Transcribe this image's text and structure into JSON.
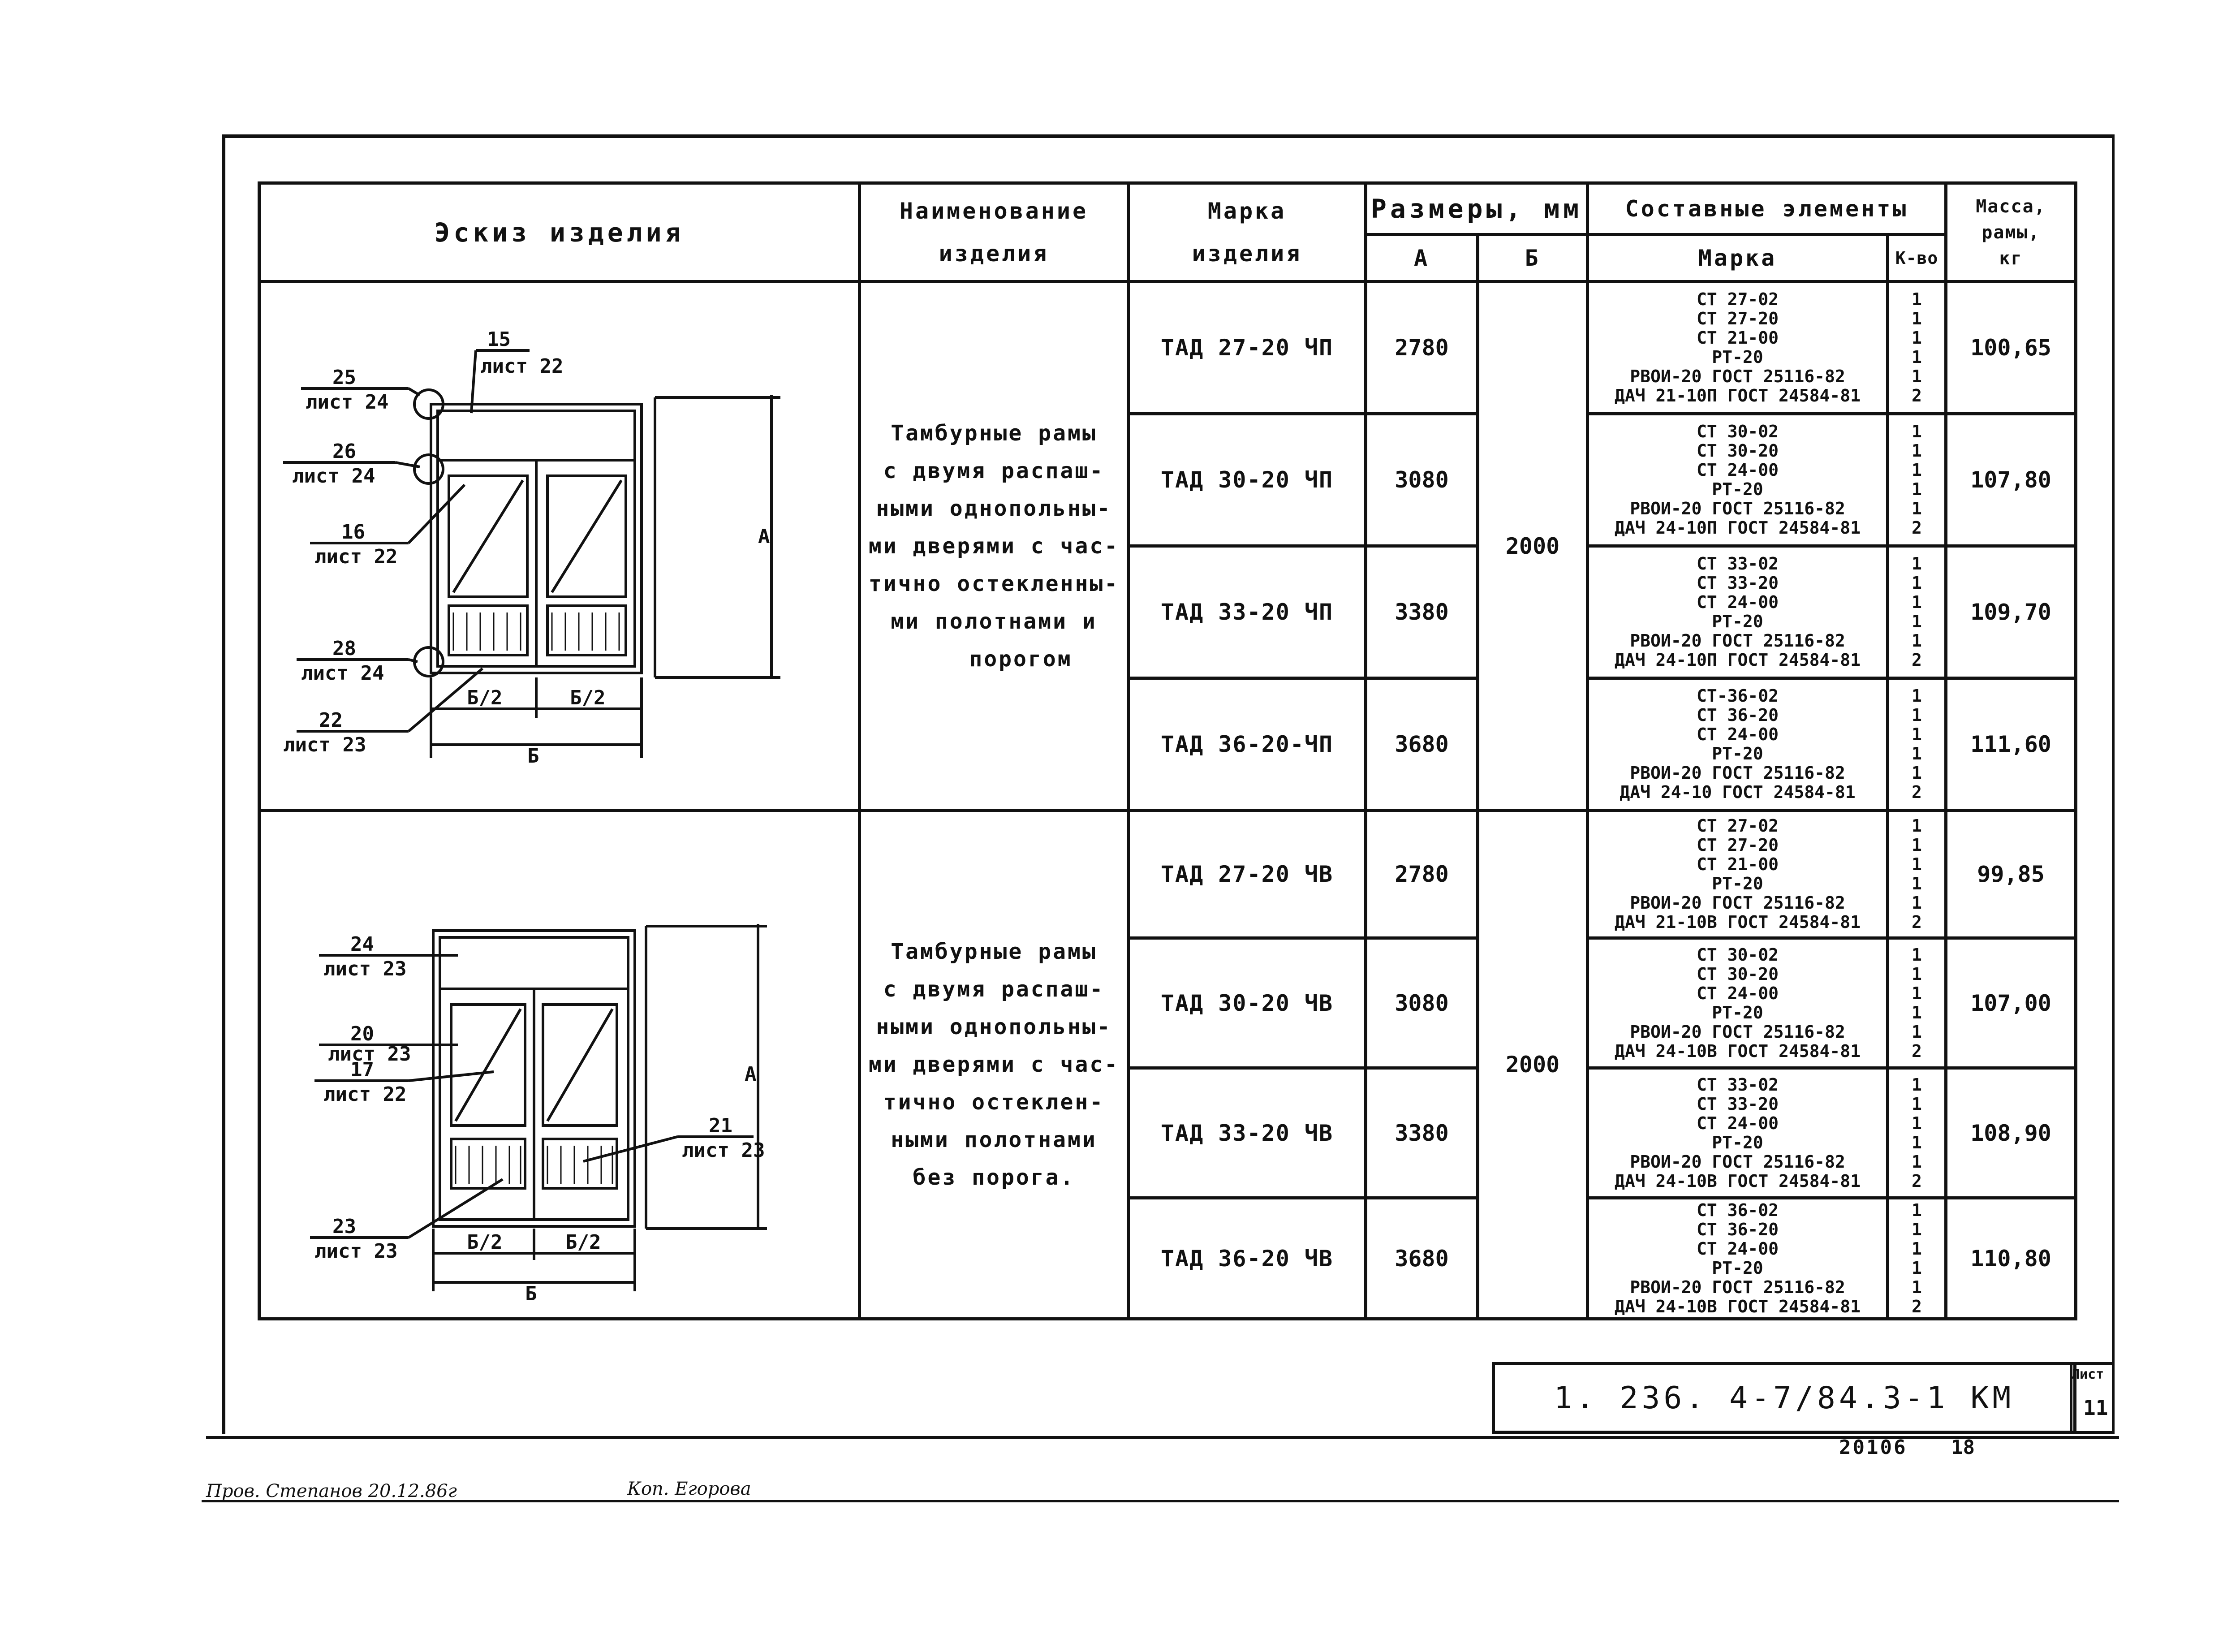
{
  "header": {
    "sketch": "Эскиз   изделия",
    "name_l1": "Наименование",
    "name_l2": "изделия",
    "mark_l1": "Марка",
    "mark_l2": "изделия",
    "sizes": "Размеры, мм",
    "size_a": "А",
    "size_b": "Б",
    "components": "Составные элементы",
    "comp_mark": "Марка",
    "comp_qty": "К-во",
    "mass_l1": "Масса,",
    "mass_l2": "рамы,",
    "mass_l3": "кг"
  },
  "groups": [
    {
      "name": [
        "Тамбурные рамы",
        "с двумя распаш-",
        "ными однопольны-",
        "ми дверями с час-",
        "тично остекленны-",
        "ми полотнами и",
        "порогом"
      ],
      "b": "2000",
      "sketch_labels": {
        "l1n": "25",
        "l1s": "лист 24",
        "l2n": "15",
        "l2s": "лист 22",
        "l3n": "26",
        "l3s": "лист 24",
        "l4n": "16",
        "l4s": "лист 22",
        "l5n": "28",
        "l5s": "лист 24",
        "l6n": "22",
        "l6s": "лист 23",
        "half": "Б/2",
        "full": "Б",
        "a": "А"
      },
      "rows": [
        {
          "mark": "ТАД 27-20 ЧП",
          "a": "2780",
          "mass": "100,65",
          "comp": [
            "СТ 27-02",
            "СТ 27-20",
            "СТ 21-00",
            "РТ-20",
            "РВОИ-20 ГОСТ 25116-82",
            "ДАЧ 21-10П ГОСТ 24584-81"
          ],
          "qty": [
            "1",
            "1",
            "1",
            "1",
            "1",
            "2"
          ]
        },
        {
          "mark": "ТАД 30-20 ЧП",
          "a": "3080",
          "mass": "107,80",
          "comp": [
            "СТ 30-02",
            "СТ 30-20",
            "СТ 24-00",
            "РТ-20",
            "РВОИ-20 ГОСТ 25116-82",
            "ДАЧ 24-10П ГОСТ 24584-81"
          ],
          "qty": [
            "1",
            "1",
            "1",
            "1",
            "1",
            "2"
          ]
        },
        {
          "mark": "ТАД 33-20 ЧП",
          "a": "3380",
          "mass": "109,70",
          "comp": [
            "СТ 33-02",
            "СТ 33-20",
            "СТ 24-00",
            "РТ-20",
            "РВОИ-20 ГОСТ 25116-82",
            "ДАЧ 24-10П ГОСТ 24584-81"
          ],
          "qty": [
            "1",
            "1",
            "1",
            "1",
            "1",
            "2"
          ]
        },
        {
          "mark": "ТАД 36-20-ЧП",
          "a": "3680",
          "mass": "111,60",
          "comp": [
            "СТ-36-02",
            "СТ 36-20",
            "СТ 24-00",
            "РТ-20",
            "РВОИ-20 ГОСТ 25116-82",
            "ДАЧ 24-10 ГОСТ 24584-81"
          ],
          "qty": [
            "1",
            "1",
            "1",
            "1",
            "1",
            "2"
          ]
        }
      ]
    },
    {
      "name": [
        "Тамбурные рамы",
        "с двумя распаш-",
        "ными однопольны-",
        "ми дверями с час-",
        "тично остеклен-",
        "ными полотнами",
        "без порога."
      ],
      "b": "2000",
      "sketch_labels": {
        "l1n": "24",
        "l1s": "лист 23",
        "l2n": "20",
        "l2s": "лист 23",
        "l3n": "17",
        "l3s": "лист 22",
        "l4n": "21",
        "l4s": "лист 23",
        "l5n": "23",
        "l5s": "лист 23",
        "half": "Б/2",
        "full": "Б",
        "a": "А"
      },
      "rows": [
        {
          "mark": "ТАД 27-20 ЧВ",
          "a": "2780",
          "mass": "99,85",
          "comp": [
            "СТ 27-02",
            "СТ 27-20",
            "СТ 21-00",
            "РТ-20",
            "РВОИ-20 ГОСТ 25116-82",
            "ДАЧ 21-10В ГОСТ 24584-81"
          ],
          "qty": [
            "1",
            "1",
            "1",
            "1",
            "1",
            "2"
          ]
        },
        {
          "mark": "ТАД 30-20 ЧВ",
          "a": "3080",
          "mass": "107,00",
          "comp": [
            "СТ 30-02",
            "СТ 30-20",
            "СТ 24-00",
            "РТ-20",
            "РВОИ-20 ГОСТ 25116-82",
            "ДАЧ 24-10В ГОСТ 24584-81"
          ],
          "qty": [
            "1",
            "1",
            "1",
            "1",
            "1",
            "2"
          ]
        },
        {
          "mark": "ТАД 33-20 ЧВ",
          "a": "3380",
          "mass": "108,90",
          "comp": [
            "СТ 33-02",
            "СТ 33-20",
            "СТ 24-00",
            "РТ-20",
            "РВОИ-20 ГОСТ 25116-82",
            "ДАЧ 24-10В ГОСТ 24584-81"
          ],
          "qty": [
            "1",
            "1",
            "1",
            "1",
            "1",
            "2"
          ]
        },
        {
          "mark": "ТАД 36-20 ЧВ",
          "a": "3680",
          "mass": "110,80",
          "comp": [
            "СТ 36-02",
            "СТ 36-20",
            "СТ 24-00",
            "РТ-20",
            "РВОИ-20 ГОСТ 25116-82",
            "ДАЧ 24-10В ГОСТ 24584-81"
          ],
          "qty": [
            "1",
            "1",
            "1",
            "1",
            "1",
            "2"
          ]
        }
      ]
    }
  ],
  "stamp": {
    "code": "1. 236. 4-7/84.3-1 КМ",
    "sheet_label": "Лист",
    "sheet_num": "11",
    "foot_num": "20106",
    "foot_num2": "18",
    "sign_left": "Пров. Степанов 20.12.86г",
    "sign_mid": "Коп. Егорова"
  }
}
